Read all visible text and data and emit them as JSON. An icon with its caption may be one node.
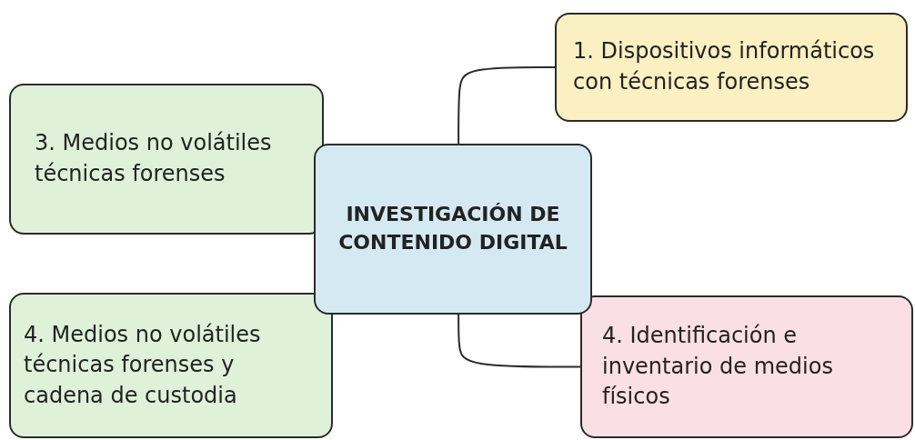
{
  "diagram": {
    "nodes": [
      {
        "text": [
          "INVESTIGACIÓN DE CONTENIDO DIGITAL"
        ]
      },
      {
        "text": [
          "1. Dispositivos informáticos con técnicas forenses"
        ]
      },
      {
        "text": [
          "3. Medios no volátiles técnicas forenses"
        ]
      },
      {
        "text": [
          "4. Medios no volátiles técnicas forenses y cadena de custodia"
        ]
      },
      {
        "text": [
          "4. Identificación e inventario de medios físicos"
        ]
      }
    ],
    "edges": [
      {
        "from": 0,
        "to": 1,
        "arrow": "none"
      },
      {
        "from": 0,
        "to": 4,
        "arrow": "none"
      }
    ]
  }
}
